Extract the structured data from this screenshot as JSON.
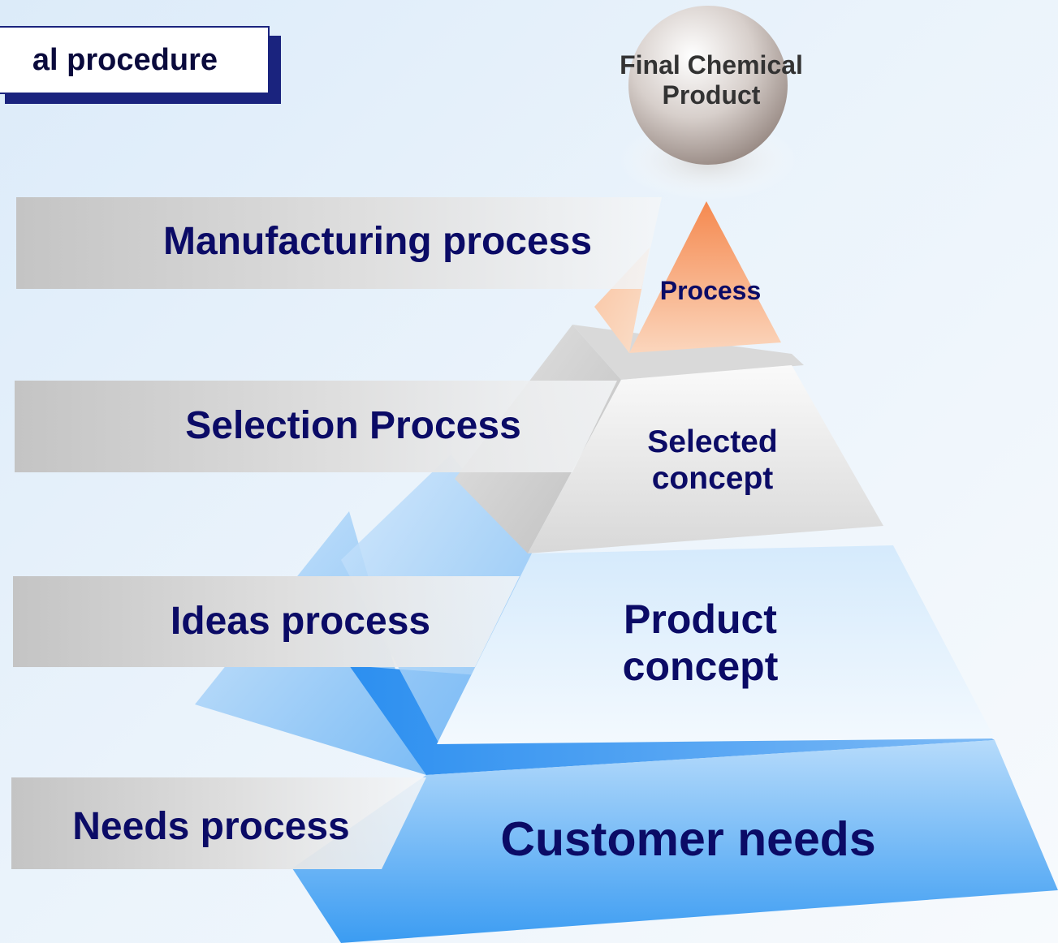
{
  "title": {
    "text": "al procedure"
  },
  "top": {
    "label": "Final Chemical\nProduct"
  },
  "levels": {
    "process": "Process",
    "selected": "Selected\nconcept",
    "product": "Product\nconcept",
    "customer": "Customer needs"
  },
  "bars": {
    "manufacturing": "Manufacturing process",
    "selection": "Selection Process",
    "ideas": "Ideas process",
    "needs": "Needs process"
  },
  "colors": {
    "text": "#0b0b66",
    "title_border": "#1a237e",
    "top_layer": "#f7a070",
    "middle_layer": "#e8e8e8",
    "base_layer": "#3d9cf0"
  }
}
